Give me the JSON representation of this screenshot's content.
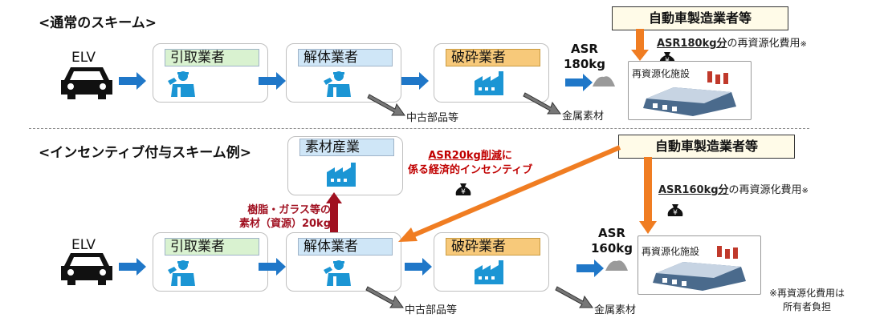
{
  "scheme_normal": {
    "heading": "<通常のスキーム>",
    "elv": "ELV",
    "collector": "引取業者",
    "dismantler": "解体業者",
    "shredder": "破砕業者",
    "asr_line1": "ASR",
    "asr_line2": "180kg",
    "maker": "自動車製造業者等",
    "cost_bold": "ASR180kg分",
    "cost_rest": "の再資源化費用",
    "cost_mark": "※",
    "facility": "再資源化施設",
    "used_parts": "中古部品等",
    "metals": "金属素材"
  },
  "scheme_incentive": {
    "heading": "<インセンティブ付与スキーム例>",
    "materials_industry": "素材産業",
    "incentive_bold": "ASR20kg削減",
    "incentive_after": "に",
    "incentive_line2": "係る経済的インセンティブ",
    "resin_line1": "樹脂・ガラス等の",
    "resin_line2": "素材（資源）20kg",
    "elv": "ELV",
    "collector": "引取業者",
    "dismantler": "解体業者",
    "shredder": "破砕業者",
    "asr_line1": "ASR",
    "asr_line2": "160kg",
    "maker": "自動車製造業者等",
    "cost_bold": "ASR160kg分",
    "cost_rest": "の再資源化費用",
    "cost_mark": "※",
    "facility": "再資源化施設",
    "used_parts": "中古部品等",
    "metals": "金属素材",
    "note_line1": "※再資源化費用は",
    "note_line2": "所有者負担"
  },
  "icons": {
    "money": "¥",
    "colors": {
      "flow_arrow": "#1f77c8",
      "maker_arrow": "#f07d22",
      "material_arrow": "#a01020",
      "worker": "#1b95d4"
    }
  }
}
